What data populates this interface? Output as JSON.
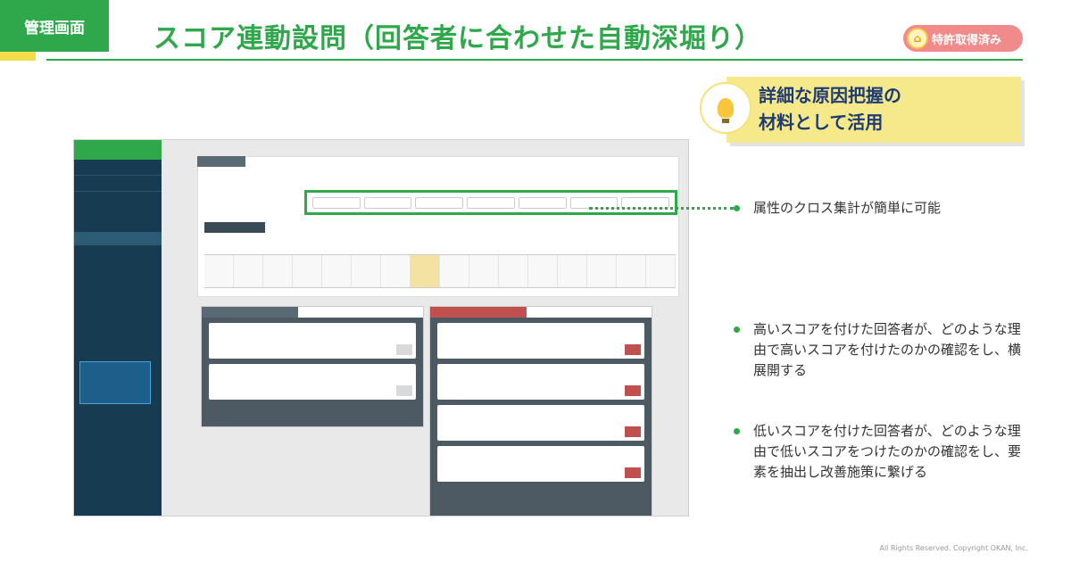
{
  "header": {
    "admin_tag": "管理画面",
    "title": "スコア連動設問（回答者に合わせた自動深堀り）",
    "patent_badge": "特許取得済み"
  },
  "callout": {
    "line1": "詳細な原因把握の",
    "line2": "材料として活用"
  },
  "bullets": {
    "b1": "属性のクロス集計が簡単に可能",
    "b2": "高いスコアを付けた回答者が、どのような理由で高いスコアを付けたのかの確認をし、横展開する",
    "b3": "低いスコアを付けた回答者が、どのような理由で低いスコアをつけたのかの確認をし、要素を抽出し改善施策に繋げる"
  },
  "footer": {
    "copyright": "All Rights Reserved. Copyright OKAN, Inc."
  },
  "colors": {
    "brand_green": "#2ea84a",
    "accent_yellow": "#f5e98a",
    "sidebar_navy": "#173b51",
    "badge_pink": "#f18a8a",
    "low_score_red": "#c0504d"
  }
}
